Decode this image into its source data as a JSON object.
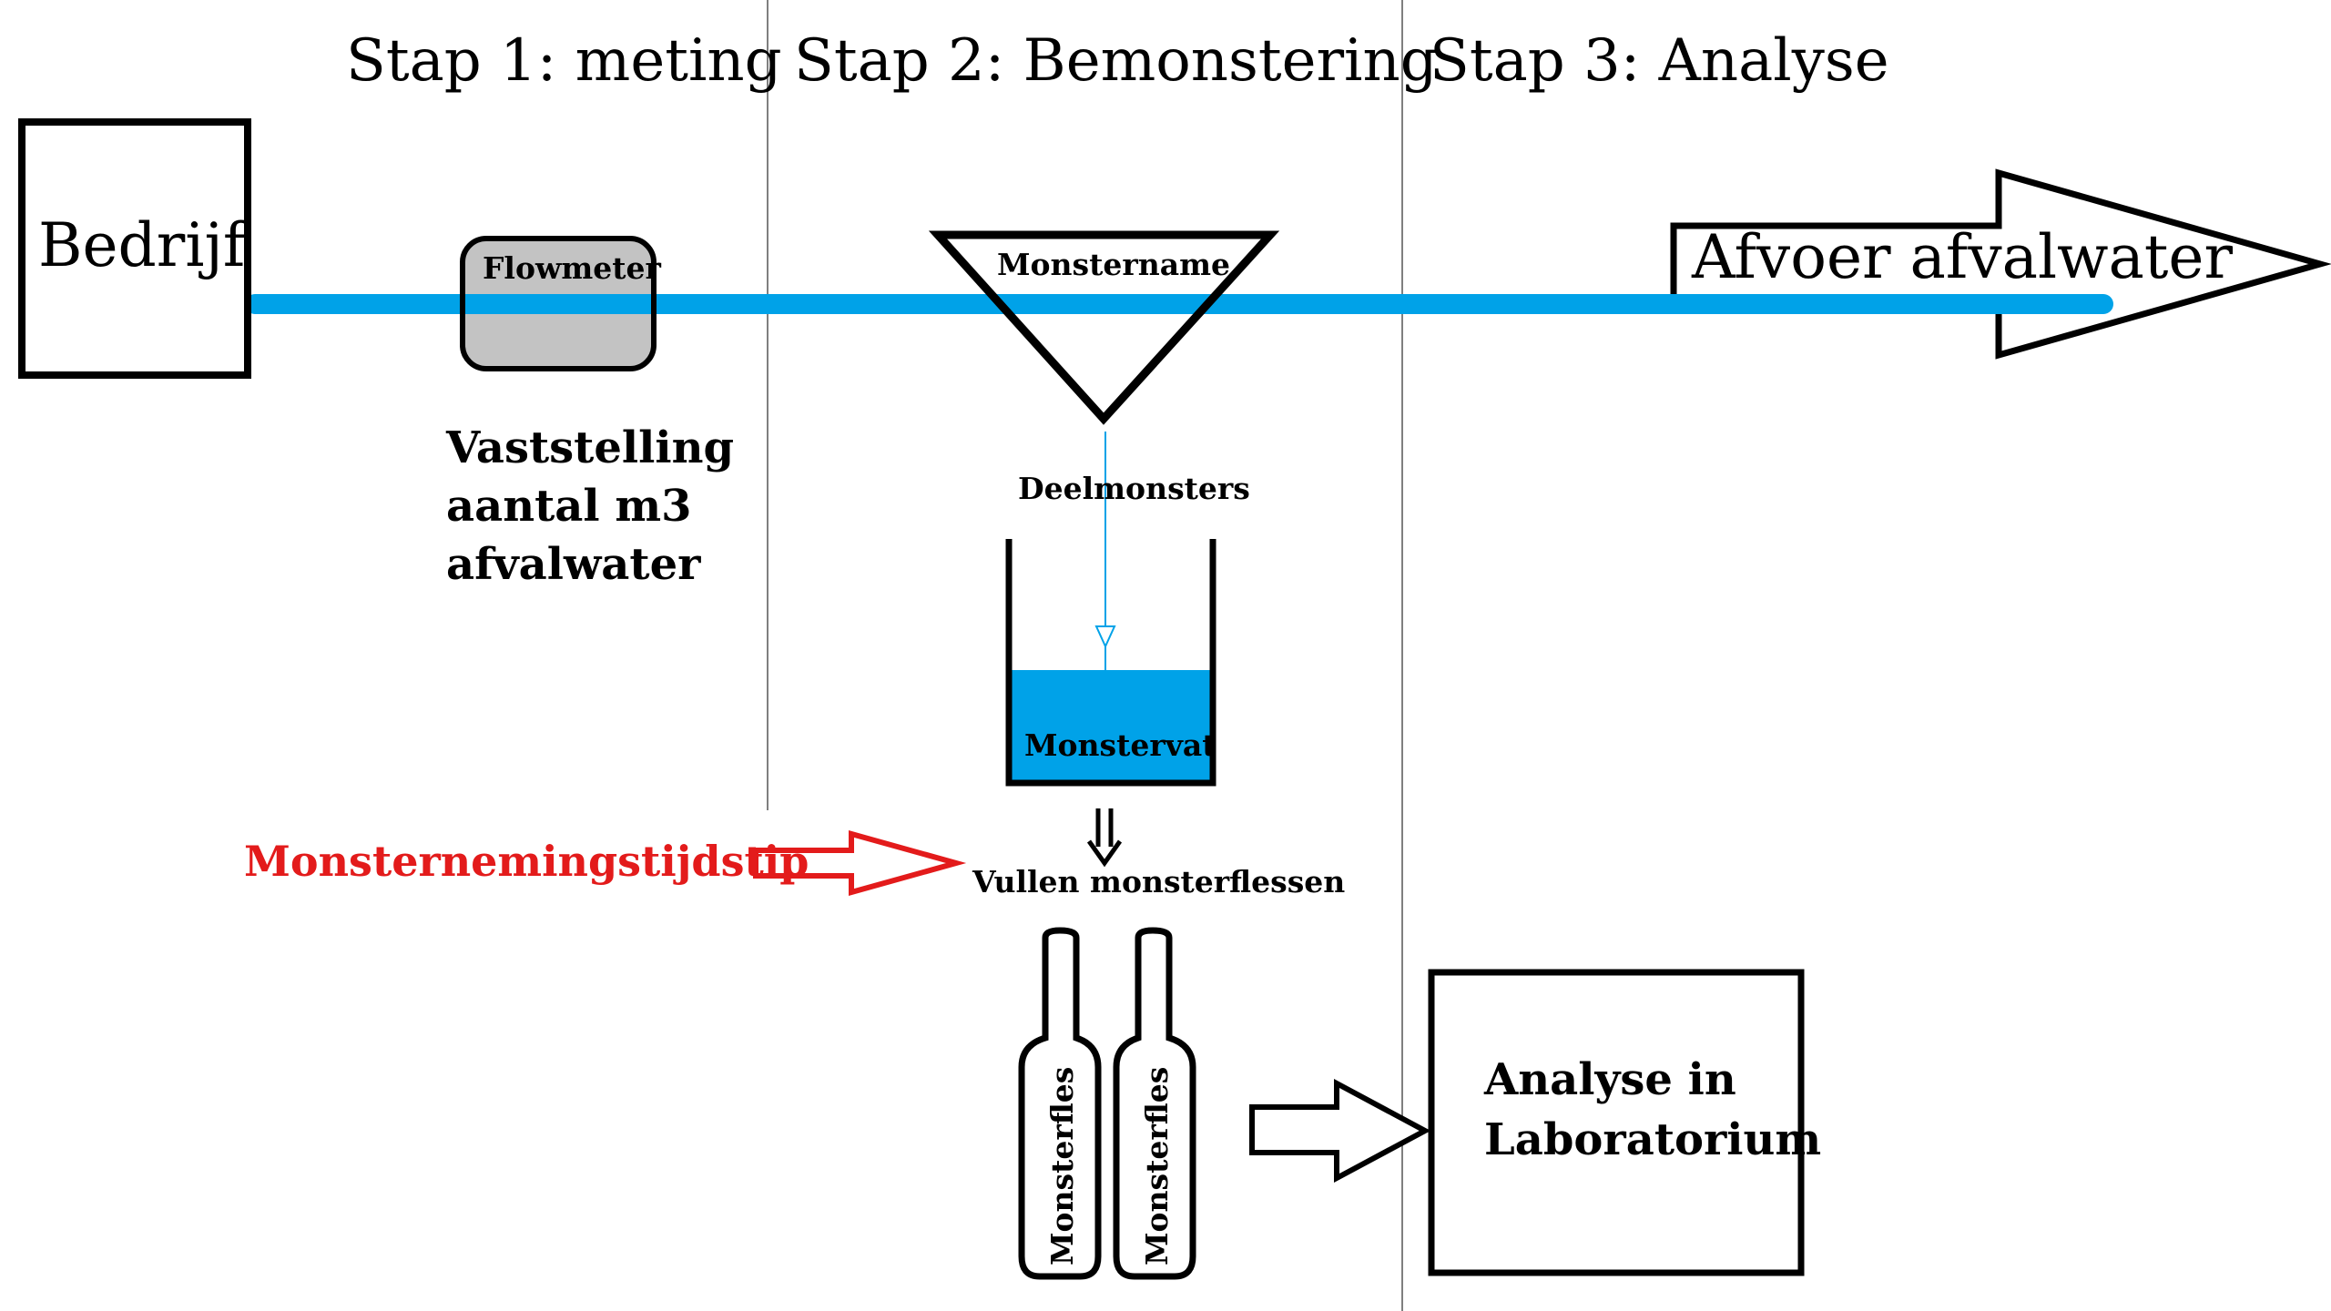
{
  "steps": {
    "step1": "Stap 1: meting",
    "step2": "Stap 2: Bemonstering",
    "step3": "Stap 3: Analyse"
  },
  "nodes": {
    "company": "Bedrijf",
    "flowmeter": "Flowmeter",
    "sampling": "Monstername",
    "discharge": "Afvoer afvalwater",
    "subsamples": "Deelmonsters",
    "sample_vessel": "Monstervat",
    "fill_bottles": "Vullen monsterflessen",
    "bottle_1": "Monsterfles",
    "bottle_2": "Monsterfles",
    "lab_line1": "Analyse in",
    "lab_line2": "Laboratorium",
    "timestamp_marker": "Monsternemingstijdstip"
  },
  "measurement_note": {
    "line1": "Vaststelling",
    "line2": "aantal m3",
    "line3": "afvalwater"
  },
  "colors": {
    "pipe": "#00a2e8",
    "flowmeter_fill": "#c3c3c3",
    "water": "#00a2e8",
    "timestamp_arrow": "#e31b1b"
  }
}
